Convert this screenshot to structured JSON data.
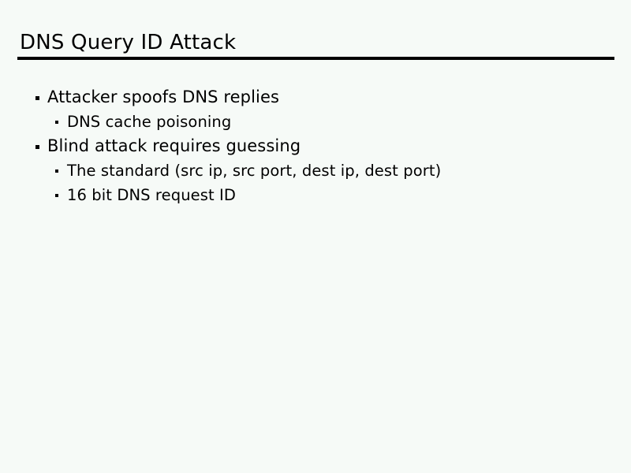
{
  "slide": {
    "title": "DNS Query ID Attack",
    "background_color": "#f6faf7",
    "text_color": "#000000",
    "rule_color": "#000000",
    "bullets": [
      {
        "level": 1,
        "marker": "square-bullet",
        "text": "Attacker spoofs DNS replies"
      },
      {
        "level": 2,
        "marker": "square-bullet",
        "text": "DNS cache poisoning"
      },
      {
        "level": 1,
        "marker": "square-bullet",
        "text": "Blind attack requires guessing"
      },
      {
        "level": 2,
        "marker": "square-bullet",
        "text": "The standard (src ip, src port, dest ip, dest port)"
      },
      {
        "level": 2,
        "marker": "square-bullet",
        "text": "16 bit DNS request ID"
      }
    ]
  }
}
